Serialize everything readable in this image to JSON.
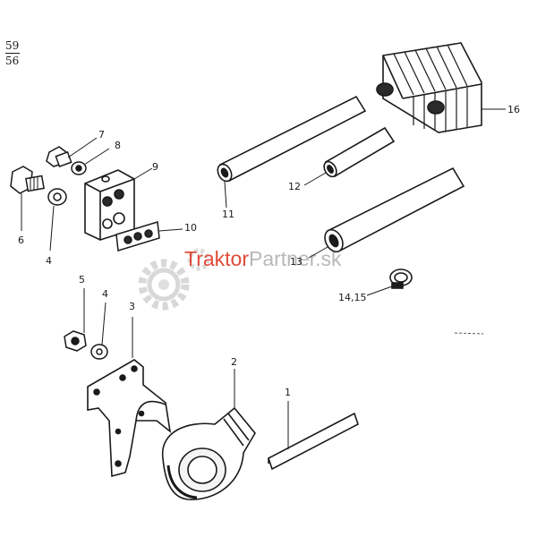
{
  "page_ref": {
    "top": "59",
    "bottom": "56"
  },
  "watermark": {
    "brand": "Traktor",
    "rest": "Partner.sk",
    "brand_color": "#e04a3a",
    "rest_color": "#b8b8b8",
    "gear_color": "#d8d8d8"
  },
  "ink_color": "#1a1a1a",
  "part_labels": {
    "p1": "1",
    "p2": "2",
    "p3": "3",
    "p4a": "4",
    "p4b": "4",
    "p5": "5",
    "p6": "6",
    "p7": "7",
    "p8": "8",
    "p9": "9",
    "p10": "10",
    "p11": "11",
    "p12": "12",
    "p13": "13",
    "p14_15": "14,15",
    "p16": "16"
  }
}
